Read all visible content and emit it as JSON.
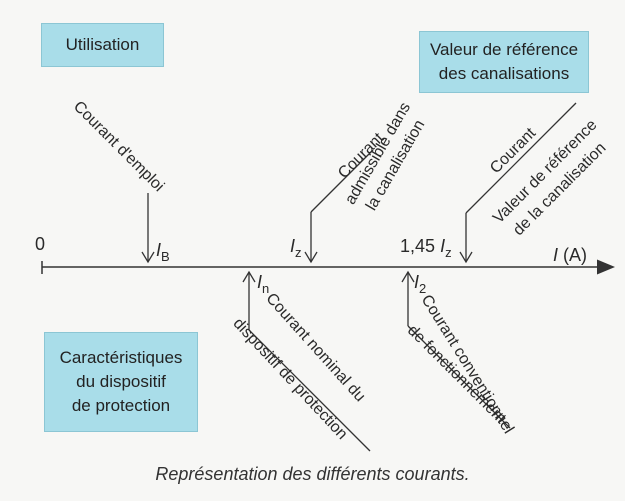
{
  "boxes": {
    "usage": "Utilisation",
    "reference": [
      "Valeur de référence",
      "des canalisations"
    ],
    "protection": [
      "Caractéristiques",
      "du dispositif",
      "de protection"
    ]
  },
  "axis": {
    "origin": "0",
    "label_symbol": "I",
    "label_unit": "(A)"
  },
  "markers": {
    "ib": {
      "symbol": "I",
      "sub": "B"
    },
    "iz": {
      "symbol": "I",
      "sub": "z"
    },
    "iz145": {
      "prefix": "1,45",
      "symbol": "I",
      "sub": "z"
    },
    "in": {
      "symbol": "I",
      "sub": "n"
    },
    "i2": {
      "symbol": "I",
      "sub": "2"
    }
  },
  "labels": {
    "courant_emploi": "Courant d'emploi",
    "iz_1": "Courant",
    "iz_2": "admissible dans",
    "iz_3": "la canalisation",
    "ref_1": "Courant",
    "ref_2": "Valeur de référence",
    "ref_3": "de la canalisation",
    "in_1": "Courant nominal du",
    "in_2": "dispositif de protection",
    "i2_1": "Courant conventionnel",
    "i2_2": "de fonctionnement"
  },
  "caption": "Représentation des différents courants.",
  "colors": {
    "box_fill": "#a9dde9",
    "line": "#333333"
  }
}
